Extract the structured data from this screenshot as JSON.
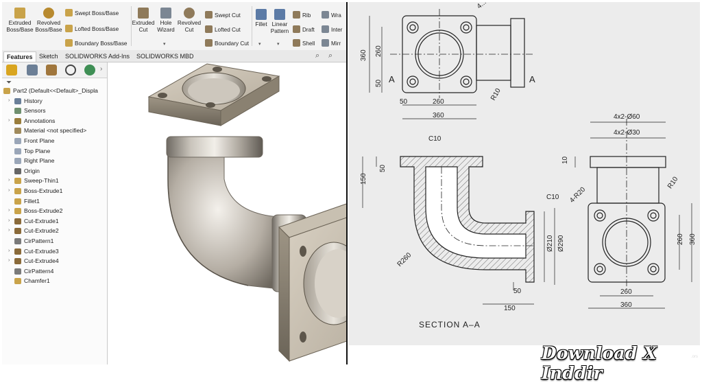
{
  "ribbon": {
    "extruded_boss": "Extruded\nBoss/Base",
    "revolved_boss": "Revolved\nBoss/Base",
    "swept_boss": "Swept Boss/Base",
    "lofted_boss": "Lofted Boss/Base",
    "boundary_boss": "Boundary Boss/Base",
    "extruded_cut": "Extruded\nCut",
    "hole_wizard": "Hole\nWizard",
    "revolved_cut": "Revolved\nCut",
    "swept_cut": "Swept Cut",
    "lofted_cut": "Lofted Cut",
    "boundary_cut": "Boundary Cut",
    "fillet": "Fillet",
    "linear_pattern": "Linear\nPattern",
    "rib": "Rib",
    "draft": "Draft",
    "shell": "Shell",
    "wrap": "Wra",
    "intersect": "Inter",
    "mirror": "Mirr"
  },
  "tabs": [
    "Features",
    "Sketch",
    "SOLIDWORKS Add-Ins",
    "SOLIDWORKS MBD"
  ],
  "tree": {
    "root": "Part2  (Default<<Default>_Displa",
    "items": [
      {
        "label": "History",
        "exp": true,
        "color": "#6a7f99"
      },
      {
        "label": "Sensors",
        "exp": false,
        "color": "#6f8f6f"
      },
      {
        "label": "Annotations",
        "exp": true,
        "color": "#9a7d3c"
      },
      {
        "label": "Material <not specified>",
        "exp": false,
        "color": "#a08a5c"
      },
      {
        "label": "Front Plane",
        "exp": false,
        "color": "#9aa6b8"
      },
      {
        "label": "Top Plane",
        "exp": false,
        "color": "#9aa6b8"
      },
      {
        "label": "Right Plane",
        "exp": false,
        "color": "#9aa6b8"
      },
      {
        "label": "Origin",
        "exp": false,
        "color": "#666666"
      },
      {
        "label": "Sweep-Thin1",
        "exp": true,
        "color": "#c9a34a"
      },
      {
        "label": "Boss-Extrude1",
        "exp": true,
        "color": "#c9a34a"
      },
      {
        "label": "Fillet1",
        "exp": false,
        "color": "#c9a34a"
      },
      {
        "label": "Boss-Extrude2",
        "exp": true,
        "color": "#c9a34a"
      },
      {
        "label": "Cut-Extrude1",
        "exp": true,
        "color": "#8a6a3a"
      },
      {
        "label": "Cut-Extrude2",
        "exp": true,
        "color": "#8a6a3a"
      },
      {
        "label": "CirPattern1",
        "exp": false,
        "color": "#7a7a7a"
      },
      {
        "label": "Cut-Extrude3",
        "exp": true,
        "color": "#8a6a3a"
      },
      {
        "label": "Cut-Extrude4",
        "exp": true,
        "color": "#8a6a3a"
      },
      {
        "label": "CirPattern4",
        "exp": false,
        "color": "#7a7a7a"
      },
      {
        "label": "Chamfer1",
        "exp": false,
        "color": "#c9a34a"
      }
    ]
  },
  "drawing": {
    "dims": {
      "d360v": "360",
      "d260v": "260",
      "d50v": "50",
      "d50h": "50",
      "d260h": "260",
      "d360h": "360",
      "r10top": "R10",
      "a_left": "A",
      "a_right": "A",
      "c10a": "C10",
      "d50s": "50",
      "d150v": "150",
      "r260": "R260",
      "c10b": "C10",
      "dia210": "Ø210",
      "dia290": "Ø290",
      "d50b": "50",
      "d150h": "150",
      "hole60": "4x2-Ø60",
      "hole30": "4x2-Ø30",
      "d10": "10",
      "r10side": "R10",
      "r20": "4-R20",
      "d260rv": "260",
      "d360rv": "360",
      "d260rh": "260",
      "d360rh": "360",
      "top_edge": "4..."
    },
    "section_label": "SECTION A–A"
  },
  "watermark": "Download X Inddir",
  "watermark_tld": ".ors"
}
